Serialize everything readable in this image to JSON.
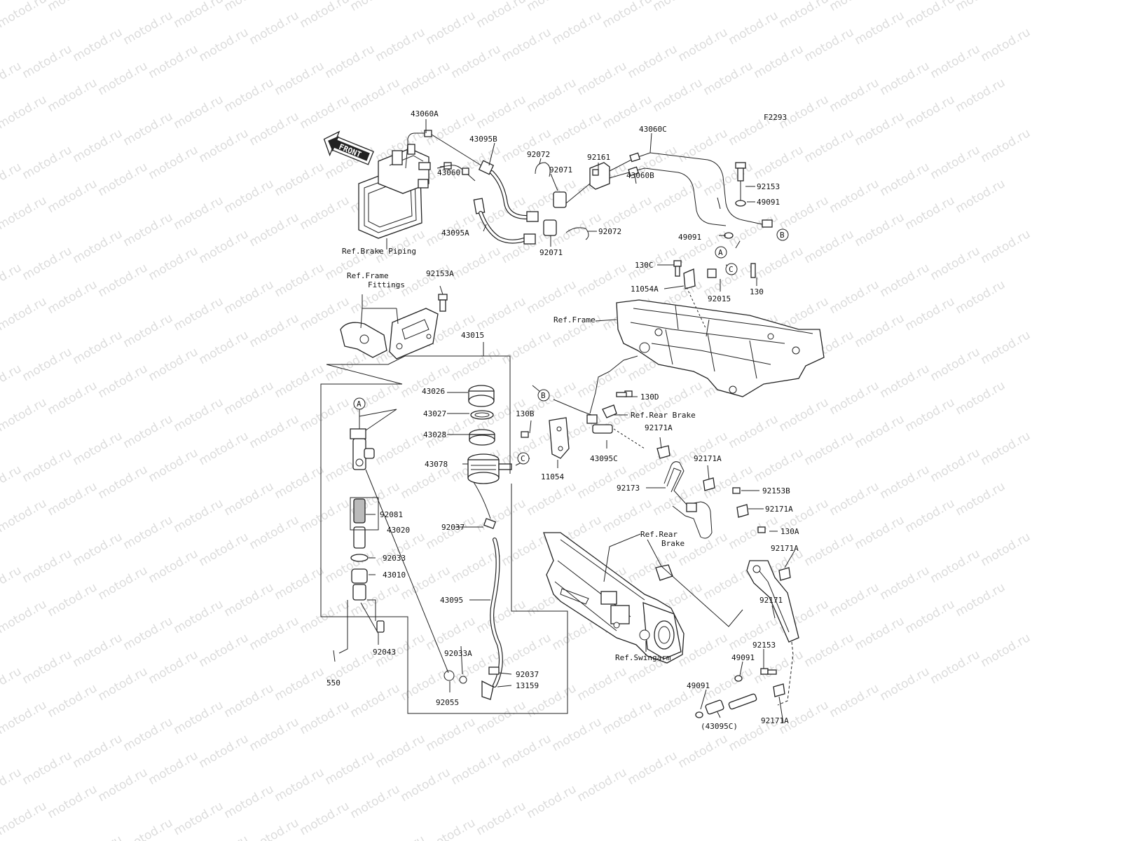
{
  "watermark": "motod.ru",
  "figure_code": "F2293",
  "front_arrow_label": "FRONT",
  "references": {
    "brake_piping": "Ref.Brake Piping",
    "frame_fittings_line1": "Ref.Frame",
    "frame_fittings_line2": "Fittings",
    "frame": "Ref.Frame",
    "rear_brake_1": "Ref.Rear Brake",
    "rear_brake_2_line1": "Ref.Rear",
    "rear_brake_2_line2": "Brake",
    "swingarm": "Ref.Swingarm"
  },
  "markers": {
    "a": "A",
    "b": "B",
    "c": "C"
  },
  "parts": {
    "p43060A": "43060A",
    "p43095B": "43095B",
    "p43060": "43060",
    "p43095A": "43095A",
    "p92072a": "92072",
    "p92071a": "92071",
    "p92161": "92161",
    "p92071b": "92071",
    "p92072b": "92072",
    "p43060C": "43060C",
    "p43060B": "43060B",
    "p92153": "92153",
    "p49091a": "49091",
    "p49091b": "49091",
    "p130C": "130C",
    "p11054A": "11054A",
    "p92015": "92015",
    "p130": "130",
    "p92153A": "92153A",
    "p43015": "43015",
    "p43026": "43026",
    "p43027": "43027",
    "p43028": "43028",
    "p43078": "43078",
    "p92037a": "92037",
    "p43095": "43095",
    "p92033A": "92033A",
    "p92037b": "92037",
    "p13159": "13159",
    "p92055": "92055",
    "p92081": "92081",
    "p43020": "43020",
    "p92033": "92033",
    "p43010": "43010",
    "p92043": "92043",
    "p550": "550",
    "p130D": "130D",
    "p130B": "130B",
    "p11054": "11054",
    "p43095C": "43095C",
    "p92171A_1": "92171A",
    "p92171A_2": "92171A",
    "p92173": "92173",
    "p92153B": "92153B",
    "p92171A_3": "92171A",
    "p130A": "130A",
    "p92171A_4": "92171A",
    "p92171": "92171",
    "p92153c": "92153",
    "p49091c": "49091",
    "p49091d": "49091",
    "p43095C_paren": "(43095C)",
    "p92171A_5": "92171A"
  }
}
